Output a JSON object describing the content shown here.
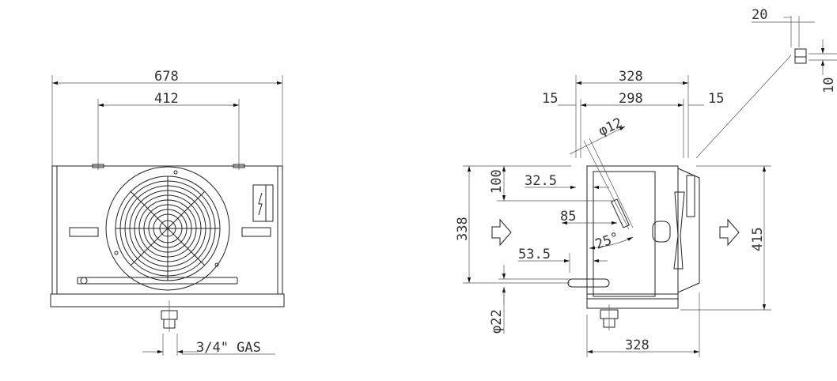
{
  "front_view": {
    "width_overall": "678",
    "mount_spacing": "412",
    "connection": "3/4\" GAS"
  },
  "side_view": {
    "depth_top": "328",
    "inner_depth": "298",
    "offset_left": "15",
    "offset_right": "15",
    "tube_diameter": "φ12",
    "dim_100": "100",
    "dim_32_5": "32.5",
    "dim_85": "85",
    "angle": "25°",
    "dim_53_5": "53.5",
    "height_338": "338",
    "drain_diameter": "φ22",
    "height_415": "415",
    "depth_bottom": "328"
  },
  "detail": {
    "width_20": "20",
    "height_10": "10"
  }
}
